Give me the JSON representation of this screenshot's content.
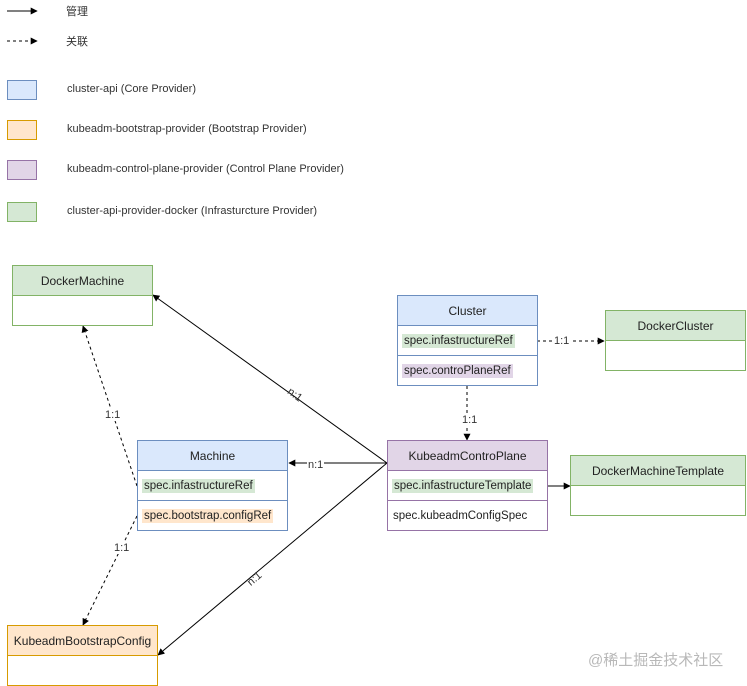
{
  "colors": {
    "blue_fill": "#dae8fc",
    "blue_stroke": "#6c8ebf",
    "orange_fill": "#ffe6cc",
    "orange_stroke": "#d79b00",
    "purple_fill": "#e1d5e7",
    "purple_stroke": "#9673a6",
    "green_fill": "#d5e8d4",
    "green_stroke": "#82b366"
  },
  "legend": {
    "manage": "管理",
    "relate": "关联",
    "providers": [
      {
        "label": "cluster-api (Core Provider)"
      },
      {
        "label": "kubeadm-bootstrap-provider (Bootstrap Provider)"
      },
      {
        "label": "kubeadm-control-plane-provider (Control Plane Provider)"
      },
      {
        "label": "cluster-api-provider-docker (Infrasturcture Provider)"
      }
    ]
  },
  "nodes": {
    "docker_machine": {
      "title": "DockerMachine"
    },
    "cluster": {
      "title": "Cluster",
      "rows": [
        "spec.infastructureRef",
        "spec.controPlaneRef"
      ]
    },
    "docker_cluster": {
      "title": "DockerCluster"
    },
    "machine": {
      "title": "Machine",
      "rows": [
        "spec.infastructureRef",
        "spec.bootstrap.configRef"
      ]
    },
    "kcp": {
      "title": "KubeadmControPlane",
      "rows": [
        "spec.infastructureTemplate",
        "spec.kubeadmConfigSpec"
      ]
    },
    "dmt": {
      "title": "DockerMachineTemplate"
    },
    "kbc": {
      "title": "KubeadmBootstrapConfig"
    }
  },
  "edges": {
    "cluster_dockercluster": "1:1",
    "cluster_kcp": "1:1",
    "kcp_machine": "n:1",
    "kcp_dockermachine": "n:1",
    "kcp_kbc": "n:1",
    "machine_dockermachine": "1:1",
    "machine_kbc": "1:1"
  },
  "watermark": "@稀土掘金技术社区"
}
